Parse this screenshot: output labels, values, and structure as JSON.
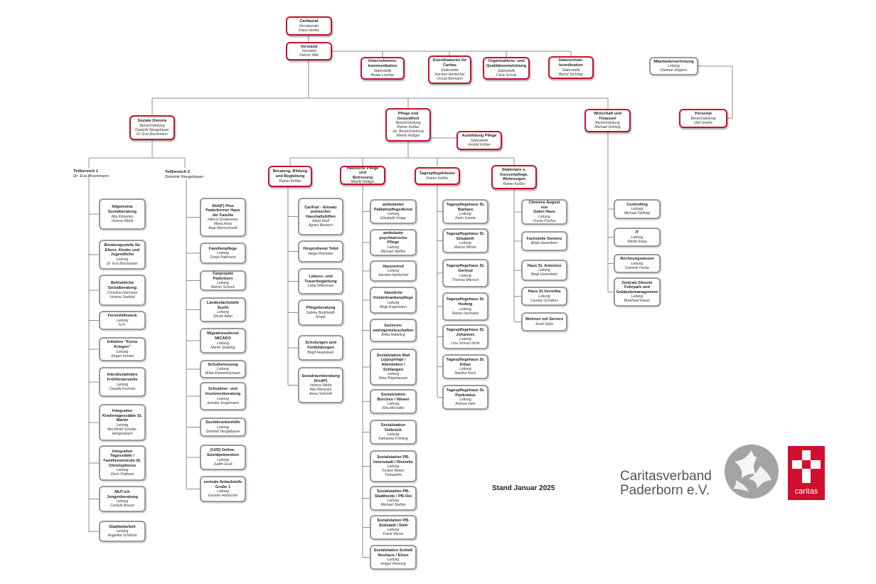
{
  "chart": {
    "top": [
      {
        "id": "caritasrat",
        "title": "Caritasrat",
        "sub": "Vorsitzender\nKlaus Henke",
        "style": "red"
      },
      {
        "id": "vorstand",
        "title": "Vorstand",
        "sub": "Vorstand\nPatrick Wilk",
        "style": "red"
      },
      {
        "id": "unternehmenskommunikation",
        "title": "Unternehmens-\nkommunikation",
        "sub": "Stabsstelle\nBeate Lischka",
        "style": "red"
      },
      {
        "id": "koordinatoren",
        "title": "Koordinatoren für\nCaritas",
        "sub": "Stabsstelle\nKarsten Hentschel\nUrsula Bormann",
        "style": "red"
      },
      {
        "id": "organisationsentwicklung",
        "title": "Organisations- und\nQualitätsentwicklung",
        "sub": "Stabsstelle\nCarla Schulz",
        "style": "red"
      },
      {
        "id": "datenschutz",
        "title": "Datenschutz-\nkoordination",
        "sub": "Stabsstelle\nBernd Sonntag",
        "style": "red"
      },
      {
        "id": "mitarbeitervertretung",
        "title": "Mitarbeitervertretung",
        "sub": "Leitung\nDietmar Jürgens",
        "style": "grey"
      },
      {
        "id": "personal",
        "title": "Personal",
        "sub": "Bereichsleitung\nOlaf Greiße",
        "style": "red"
      },
      {
        "id": "soziale-dienste",
        "title": "Soziale Dienste",
        "sub": "Bereichsleitung\nDominik Neugebauer\nDr. Eva Brockmann",
        "style": "red"
      },
      {
        "id": "pflege",
        "title": "Pflege und\nGesundheit",
        "sub": "Bereichsleitung\nRainer Keßler\nstv. Bereichsleitung\nMirelle Röttger",
        "style": "red"
      },
      {
        "id": "ausbildung",
        "title": "Ausbildung Pflege",
        "sub": "Stabsstelle\nIrmhild Köhler",
        "style": "red"
      },
      {
        "id": "wirtschaft",
        "title": "Wirtschaft und\nFinanzen",
        "sub": "Bereichsleitung\nMichael Delheig",
        "style": "red"
      }
    ],
    "teilbereich1": {
      "title": "Teilbereich 1",
      "sub": "Dr. Eva Brockmann"
    },
    "teilbereich2": {
      "title": "Teilbereich 2",
      "sub": "Dominik Neugebauer"
    },
    "level2": [
      {
        "id": "beratung",
        "title": "Beratung, Bildung\nund Begleitung",
        "sub": "Rainer Keßler"
      },
      {
        "id": "haeusliche",
        "title": "Häusliche Pflege und\nBetreuung",
        "sub": "Mirelle Röttger"
      },
      {
        "id": "tagespflege",
        "title": "Tagespflegehäuser",
        "sub": "Rainer Keßler"
      },
      {
        "id": "stationaer",
        "title": "Stationäre u.\nKurzzeitpflege,\nWohnungen",
        "sub": "Rainer Keßler"
      }
    ],
    "col_t1": [
      {
        "title": "Allgemeine\nSozialberatung",
        "sub": "Alla Klimenko\nVerena Webb"
      },
      {
        "title": "Beratungsstelle für\nEltern, Kinder und\nJugendliche",
        "sub": "Leitung\nDr. Eva Brockmann"
      },
      {
        "title": "Betriebliche\nSozialberatung",
        "sub": "Christine Isermann\nVerena Seefeld"
      },
      {
        "title": "Ferienhilfswerk",
        "sub": "Leitung\nN.N."
      },
      {
        "title": "Initiative \"Kurve\nKriegen\"",
        "sub": "Leitung\nJürgen Kenkel"
      },
      {
        "title": "Interdisziplinäre\nFrühförderstelle",
        "sub": "Leitung\nClaudia Fechner"
      },
      {
        "title": "Integrative\nKindertagesstätte St.\nMartin",
        "sub": "Leitung\nMechthild Schulte-\nHengesbach"
      },
      {
        "title": "Integrative\nTagesstätte /\nFamilienzentrum St.\nChristophorus",
        "sub": "Leitung\nDoris Potthast"
      },
      {
        "title": "MUT.ich\nJungenberatung",
        "sub": "Leitung\nCordula Breuer"
      },
      {
        "title": "Stadtteilarbeit",
        "sub": "Leitung\nAngelika Schikora"
      }
    ],
    "col_t2": [
      {
        "title": "Akti(F) Plus\nPaderborner Haus\nder Familie",
        "sub": "Hiltrud Greitemann\nMaria Arias\nAnja Kleinschmidt"
      },
      {
        "title": "Familienpflege",
        "sub": "Leitung\nSonja Pattmann"
      },
      {
        "title": "Fanprojekt Paderborn",
        "sub": "Leitung\nMarvin Schuck"
      },
      {
        "title": "Landesfachstelle\nSucht",
        "sub": "Leitung\nNicole Adon"
      },
      {
        "title": "Migrationsdienst\nMICADO",
        "sub": "Leitung\nMartin Strätling"
      },
      {
        "title": "Schulbetreuung",
        "sub": "Leitung\nBritta Kleinehelsmann"
      },
      {
        "title": "Schuldner- und\nInsolvenzberatung",
        "sub": "Leitung\nJennifer Engelmann"
      },
      {
        "title": "Suchtkrankenhilfe",
        "sub": "Leitung\nDominik Neugebauer"
      },
      {
        "title": "[U25] Online-\nSuizidprävention",
        "sub": "Leitung\nJudith Groß"
      },
      {
        "title": "zentrale Anlaufstelle\nGrube 1",
        "sub": "Leitung\nKarsten Hentschel"
      }
    ],
    "col_beratung": [
      {
        "title": "CariFair - Einsatz\npolnischer\nHaushaltshilfen",
        "sub": "Alicja Wulf\nAgnes Beutsch"
      },
      {
        "title": "Hospizdienst Tobit",
        "sub": "Helga Renneke"
      },
      {
        "title": "Lebens- und\nTrauerbegleitung",
        "sub": "Lydia Willemsen"
      },
      {
        "title": "Pflegeberatung",
        "sub": "Sabine Burkhardt-\nKropp"
      },
      {
        "title": "Schulungen und\nFortbildungen",
        "sub": "Birgit Hasenbein"
      },
      {
        "title": "Sozialraumberatung\n(KoAP)",
        "sub": "Verena Webb\nAlla Klimenko\nAnna Schmidt"
      }
    ],
    "col_haeusliche": [
      {
        "title": "ambulanter\nPalliativpflegedienst",
        "sub": "Leitung\nElisabeth Kropp"
      },
      {
        "title": "ambulante\npsychiatrische Pflege",
        "sub": "Leitung\nMichael Steffen"
      },
      {
        "title": "Hausnotruf",
        "sub": "Leitung\nKarsten Hentschel"
      },
      {
        "title": "häusliche\nKinderkrankenpflege",
        "sub": "Leitung\nBirgit Engemann"
      },
      {
        "title": "Senioren-\nwohngemeinschaften",
        "sub": "Britta Hebeling"
      },
      {
        "title": "Sozialstation Bad\nLippspringe /\nAltenbeken /\nSchlangen",
        "sub": "Leitung\nNina Püpphausen"
      },
      {
        "title": "Sozialstation\nBorchen / Wewer",
        "sub": "Leitung\nRita Michalke"
      },
      {
        "title": "Sozialstation\nDelbrück",
        "sub": "Leitung\nKatharina Fröhling"
      },
      {
        "title": "Sozialstation PB-\nInnenstadt / Riemeke",
        "sub": "Leitung\nTorsten Reker-\nTsobanidis"
      },
      {
        "title": "Sozialstation PB-\nStadtheide / PB-Ost",
        "sub": "Leitung\nMichael Steffen"
      },
      {
        "title": "Sozialstation PB-\nSüdstadt / Dahl",
        "sub": "Leitung\nFrank Wentz"
      },
      {
        "title": "Sozialstation Schloß\nNeuhaus / Elsen",
        "sub": "Leitung\nHolger Penning"
      }
    ],
    "col_tagespflege": [
      {
        "title": "Tagespflegehaus St.\nBarbara",
        "sub": "Leitung\nKarin Ivanda"
      },
      {
        "title": "Tagespflegehaus St.\nElisabeth",
        "sub": "Leitung\nMarcel Winter"
      },
      {
        "title": "Tagespflegehaus St.\nGertrud",
        "sub": "Leitung\nThomas Miersch"
      },
      {
        "title": "Tagespflegehaus St.\nHedwig",
        "sub": "Leitung\nRainer Isermann"
      },
      {
        "title": "Tagespflegehaus St.\nJohannes",
        "sub": "Leitung\nLina Schutz-Stroh"
      },
      {
        "title": "Tagespflegehaus St.\nKilian",
        "sub": "Leitung\nMartina Koch"
      },
      {
        "title": "Tagespflegehaus St.\nPankratius",
        "sub": "Leitung\nAndrea Hein"
      }
    ],
    "col_stationaer": [
      {
        "title": "Clemens August von\nGalen Haus",
        "sub": "Leitung\nUrsula Fischer"
      },
      {
        "title": "Fachstelle Demenz",
        "sub": "Birgit Hasenbein"
      },
      {
        "title": "Haus St. Antonius",
        "sub": "Leitung\nBirgit Hasenbein"
      },
      {
        "title": "Haus St.Veronika",
        "sub": "Leitung\nCarsten Schäfers"
      },
      {
        "title": "Wohnen mit Service",
        "sub": "Josef Opitz"
      }
    ],
    "col_wirtschaft": [
      {
        "title": "Controlling",
        "sub": "Leitung\nMichael Delheig"
      },
      {
        "title": "IT",
        "sub": "Leitung\nMartin Kaya"
      },
      {
        "title": "Rechnungswesen",
        "sub": "Leitung\nDominik Fecke"
      },
      {
        "title": "Zentrale Dienste\nFuhrpark und\nGebäudemanagement",
        "sub": "Leitung\nBurkhard Kaiser"
      }
    ]
  },
  "footer": {
    "stand": "Stand Januar 2025",
    "org_name": "Caritasverband\nPaderborn e.V.",
    "brand_word": "caritas",
    "brand_color": "#c8102e"
  },
  "icons": {
    "emblem": "caritas-emblem-icon",
    "cross": "caritas-cross-icon"
  }
}
